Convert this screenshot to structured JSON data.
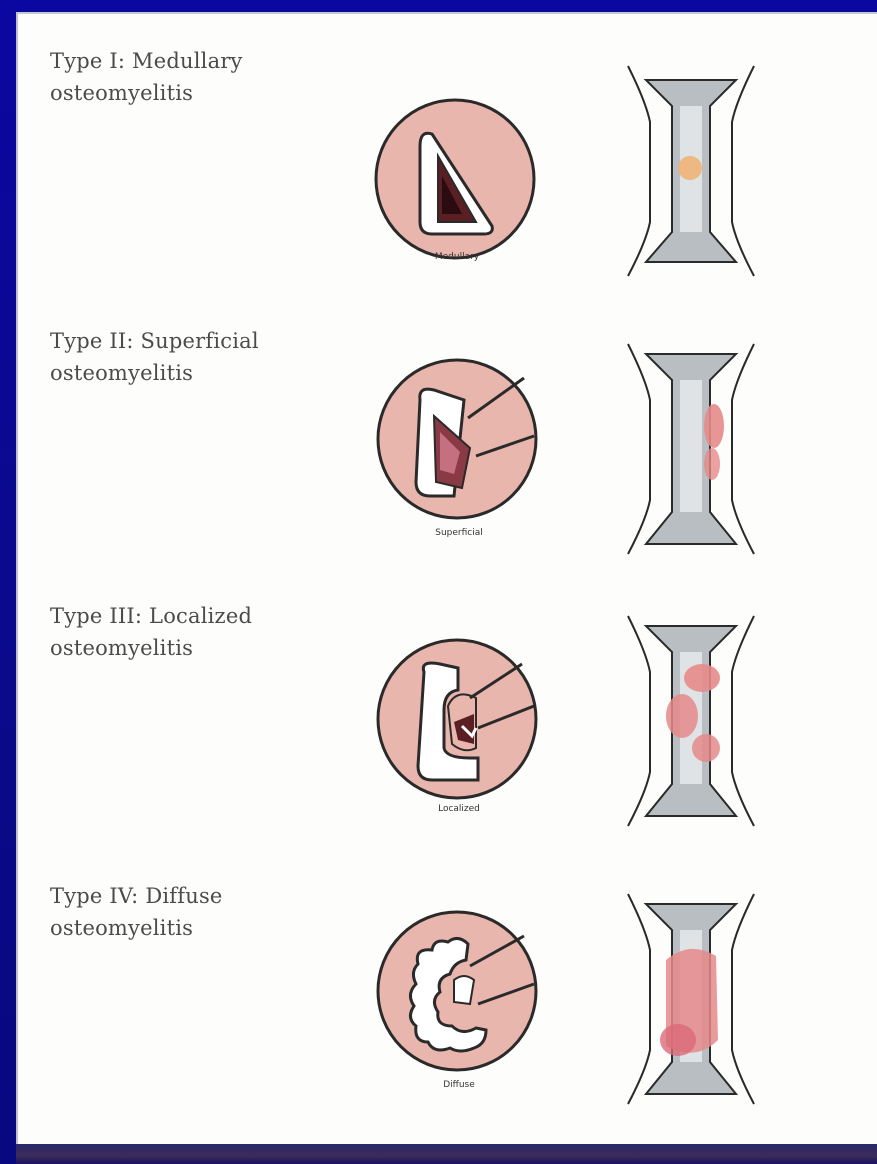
{
  "types": [
    {
      "line1": "Type I: Medullary",
      "line2": "osteomyelitis",
      "caption": "Medullary"
    },
    {
      "line1": "Type II: Superficial",
      "line2": "osteomyelitis",
      "caption": "Superficial"
    },
    {
      "line1": "Type III: Localized",
      "line2": "osteomyelitis",
      "caption": "Localized"
    },
    {
      "line1": "Type IV: Diffuse",
      "line2": "osteomyelitis",
      "caption": "Diffuse"
    }
  ],
  "colors": {
    "circle_fill": "#e9b6ae",
    "infection": "#e58a8a",
    "medullary_dot": "#f0b070",
    "bone_gray": "#b9bec3",
    "outline": "#2a2a2a"
  }
}
